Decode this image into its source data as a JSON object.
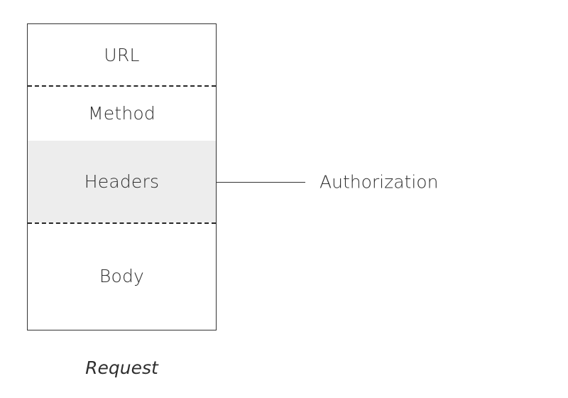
{
  "diagram": {
    "caption": "Request",
    "segments": [
      {
        "label": "URL",
        "highlighted": false
      },
      {
        "label": "Method",
        "highlighted": false
      },
      {
        "label": "Headers",
        "highlighted": true
      },
      {
        "label": "Body",
        "highlighted": false
      }
    ],
    "annotation": {
      "label": "Authorization",
      "connects_to": "Headers"
    },
    "colors": {
      "background": "#ffffff",
      "box_border": "#333333",
      "divider": "#262626",
      "highlight_fill": "#ededed",
      "text": "#2f2f2f",
      "connector": "#333333"
    }
  }
}
